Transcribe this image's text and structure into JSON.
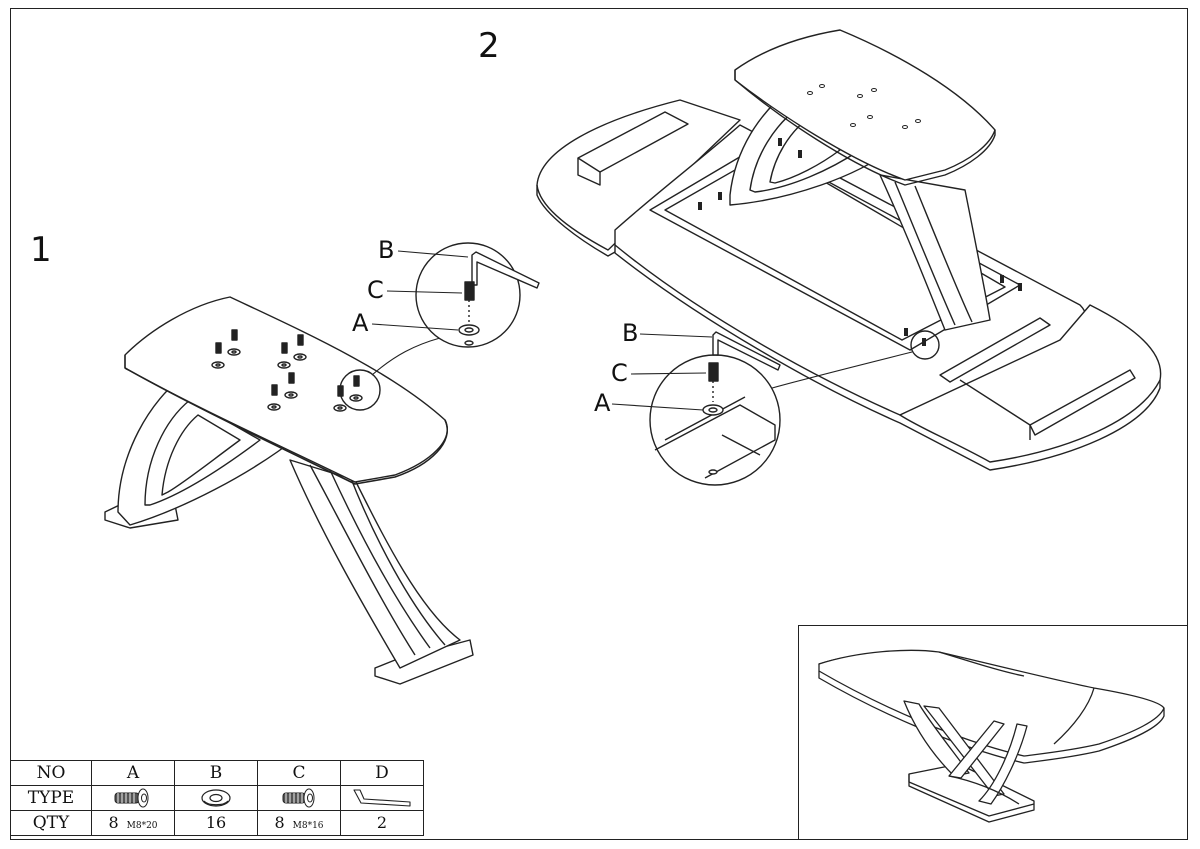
{
  "steps": {
    "step1": "1",
    "step2": "2"
  },
  "callouts": {
    "step1": {
      "b": "B",
      "c": "C",
      "a": "A"
    },
    "step2": {
      "b": "B",
      "c": "C",
      "a": "A"
    }
  },
  "parts_table": {
    "row_labels": {
      "no": "NO",
      "type": "TYPE",
      "qty": "QTY"
    },
    "parts": [
      {
        "no": "A",
        "icon": "bolt-icon",
        "qty": "8",
        "size": "M8*20"
      },
      {
        "no": "B",
        "icon": "washer-icon",
        "qty": "16",
        "size": ""
      },
      {
        "no": "C",
        "icon": "bolt-icon",
        "qty": "8",
        "size": "M8*16"
      },
      {
        "no": "D",
        "icon": "allen-key-icon",
        "qty": "2",
        "size": ""
      }
    ]
  }
}
